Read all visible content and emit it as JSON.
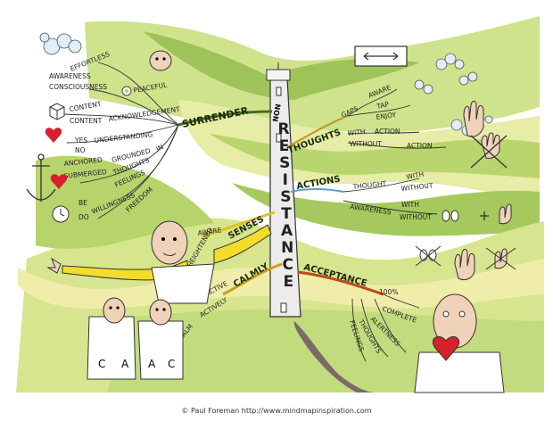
{
  "center": {
    "word_non": "NON",
    "letters": [
      "R",
      "E",
      "S",
      "I",
      "S",
      "T",
      "A",
      "N",
      "C",
      "E"
    ]
  },
  "branches": {
    "surrender": "SURRENDER",
    "thoughts": "THOUGHTS",
    "actions": "ACTIONS",
    "senses": "SENSES",
    "calmly": "CALMLY",
    "acceptance": "ACCEPTANCE"
  },
  "surrender_words": {
    "effortless": "EFFORTLESS",
    "awareness": "AWARENESS",
    "consciousness": "CONSCIOUSNESS",
    "peaceful": "PEACEFUL",
    "content_top": "CONTENT",
    "content_mid": "CONTENT",
    "acknowledgement": "ACKNOWLEDGEMENT",
    "yes": "YES",
    "no": "NO",
    "understanding": "UNDERSTANDING",
    "anchored": "ANCHORED",
    "grounded": "GROUNDED",
    "in": "IN",
    "submerged": "SUBMERGED",
    "thoughts": "THOUGHTS",
    "feelings": "FEELINGS",
    "be": "BE",
    "do": "DO",
    "willingness": "WILLINGNESS",
    "freedom": "FREEDOM"
  },
  "thoughts_words": {
    "gaps": "GAPS",
    "aware": "AWARE",
    "tap": "TAP",
    "enjoy": "ENJOY",
    "with": "WITH",
    "action": "ACTION",
    "without": "WITHOUT",
    "action2": "ACTION"
  },
  "actions_words": {
    "thought": "THOUGHT",
    "with": "WITH",
    "without": "WITHOUT",
    "awareness": "AWARENESS",
    "with2": "WITH",
    "without2": "WITHOUT"
  },
  "senses_words": {
    "aware": "AWARE",
    "heightened": "HEIGHTENED"
  },
  "calmly_words": {
    "active": "ACTIVE",
    "calm": "CALM",
    "actively": "ACTIVELY"
  },
  "acceptance_words": {
    "pct": "100%",
    "complete": "COMPLETE",
    "alertness": "ALERTNESS",
    "thoughts": "THOUGHTS",
    "feelings": "FEELINGS"
  },
  "figure_labels": {
    "c1": "C",
    "a1": "A",
    "a2": "A",
    "c2": "C"
  },
  "credit": "© Paul Foreman http://www.mindmapinspiration.com",
  "colors": {
    "sky": "#ffffff",
    "hill_light": "#d9e89a",
    "hill_mid": "#b8d46c",
    "hill_dark": "#8fb344",
    "field_yellow": "#e8eba4",
    "branch_green": "#4d6b1f",
    "branch_thoughts": "#b89a1a",
    "branch_actions": "#5aa0c8",
    "branch_senses": "#e0c020",
    "branch_calmly": "#c8a018",
    "branch_acceptance": "#c04a1a",
    "tower": "#e6e6e6",
    "heart": "#d8202a",
    "skin": "#f0d2b8"
  }
}
